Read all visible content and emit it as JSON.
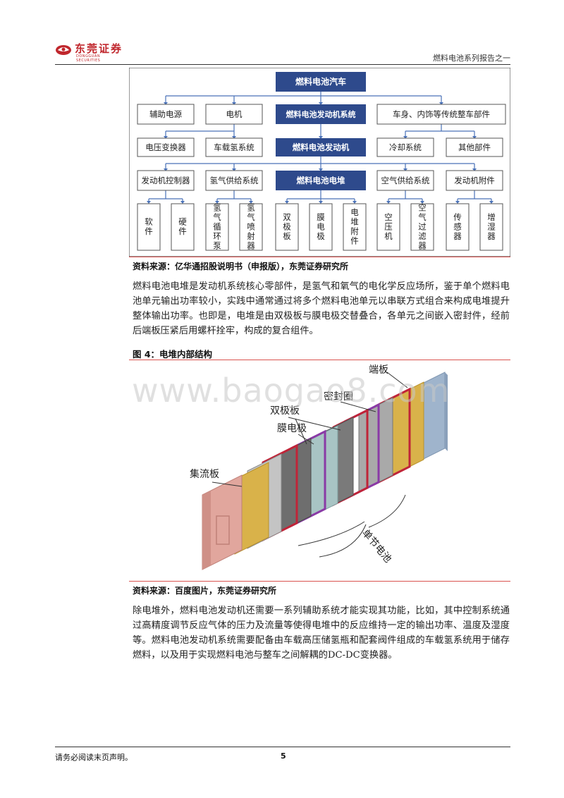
{
  "header": {
    "logo_cn": "东莞证券",
    "logo_en": "DONGGUAN SECURITIES",
    "report_series": "燃料电池系列报告之一"
  },
  "diagram1": {
    "top": "燃料电池汽车",
    "level2": [
      "辅助电源",
      "电机",
      "燃料电池发动机系统",
      "车身、内饰等传统整车部件"
    ],
    "level3": [
      "电压变换器",
      "车载氢系统",
      "燃料电池发动机",
      "冷却系统",
      "其他部件"
    ],
    "level4": [
      "发动机控制器",
      "氢气供给系统",
      "燃料电池电堆",
      "空气供给系统",
      "发动机附件"
    ],
    "level5": [
      "软件",
      "硬件",
      "氢气循环泵",
      "氢气喷射器",
      "双极板",
      "膜电极",
      "电堆附件",
      "空压机",
      "空气过滤器",
      "传感器",
      "增湿器"
    ]
  },
  "source1": "资料来源：亿华通招股说明书（申报版），东莞证券研究所",
  "para1": "燃料电池电堆是发动机系统核心零部件，是氢气和氧气的电化学反应场所，鉴于单个燃料电池单元输出功率较小，实践中通常通过将多个燃料电池单元以串联方式组合来构成电堆提升整体输出功率。也即是，电堆是由双极板与膜电极交替叠合，各单元之间嵌入密封件，经前后端板压紧后用螺杆拴牢，构成的复合组件。",
  "fig4": {
    "title": "图 4：电堆内部结构",
    "labels": {
      "end_plate": "端板",
      "seal": "密封圈",
      "bipolar": "双极板",
      "mea": "膜电极",
      "collector": "集流板",
      "single_cell": "单节电池"
    },
    "watermark": "www.baogao8.com"
  },
  "source2": "资料来源：百度图片，东莞证券研究所",
  "para2": "除电堆外，燃料电池发动机还需要一系列辅助系统才能实现其功能，比如，其中控制系统通过高精度调节反应气体的压力及流量等使得电堆中的反应维持一定的输出功率、温度及湿度等。燃料电池发动机系统需要配备由车载高压储氢瓶和配套阀件组成的车载氢系统用于储存燃料，以及用于实现燃料电池与整车之间解耦的DC-DC变换器。",
  "footer": {
    "disclaimer": "请务必阅读末页声明。",
    "page": "5"
  },
  "colors": {
    "brand_red": "#c0272d",
    "node_blue": "#2e4a8c",
    "line_blue": "#4a72b8"
  }
}
